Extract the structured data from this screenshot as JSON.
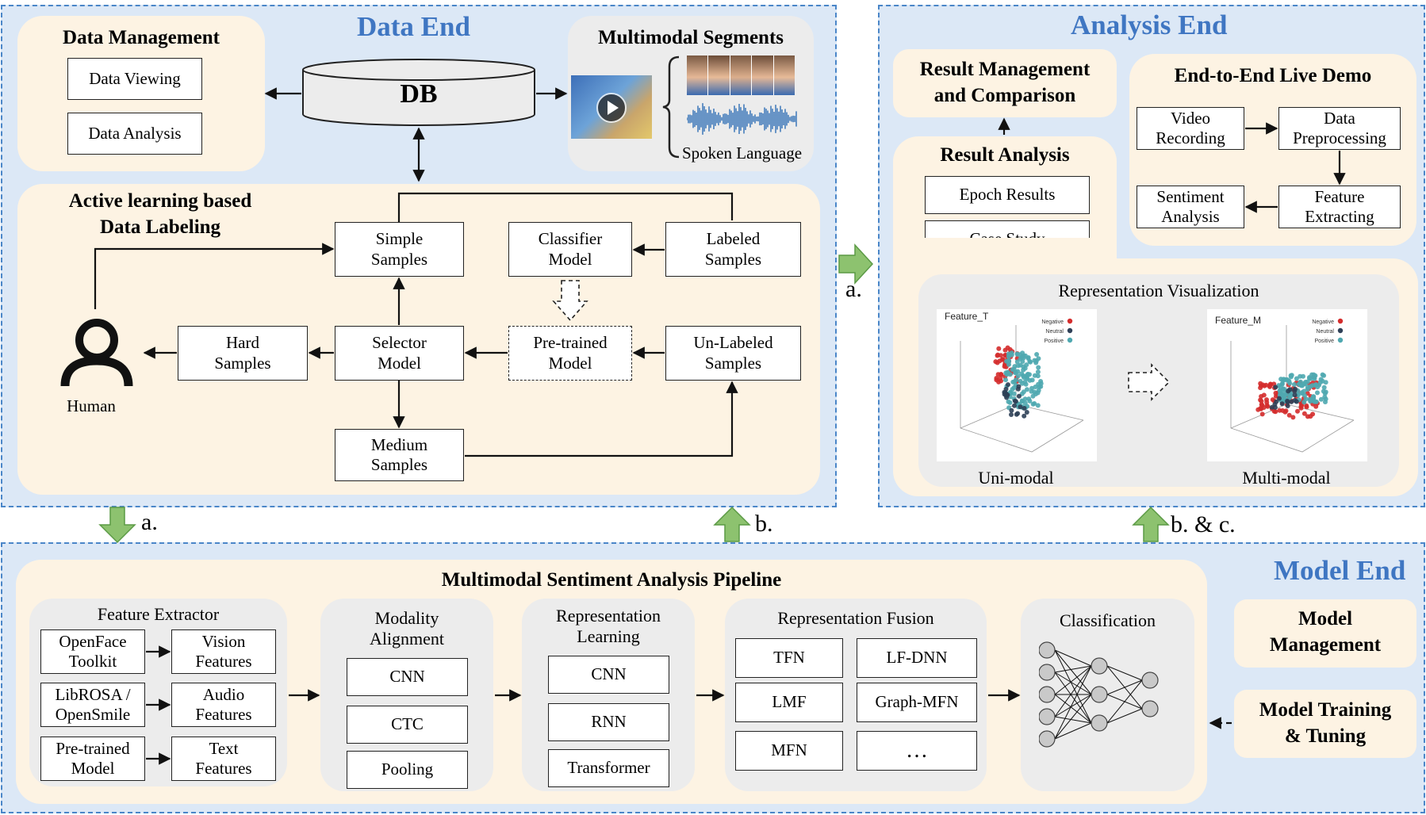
{
  "data_end": {
    "title": "Data End",
    "data_management": {
      "title": "Data Management",
      "items": [
        "Data Viewing",
        "Data Analysis"
      ]
    },
    "db": "DB",
    "multimodal_segments": {
      "title": "Multimodal Segments",
      "spoken_language": "Spoken Language"
    },
    "active_learning": {
      "title": "Active learning based\nData Labeling",
      "simple_samples": "Simple\nSamples",
      "classifier_model": "Classifier\nModel",
      "labeled_samples": "Labeled\nSamples",
      "hard_samples": "Hard\nSamples",
      "selector_model": "Selector\nModel",
      "pretrained_model": "Pre-trained\nModel",
      "unlabeled_samples": "Un-Labeled\nSamples",
      "medium_samples": "Medium\nSamples",
      "human": "Human"
    }
  },
  "analysis_end": {
    "title": "Analysis End",
    "result_management": "Result Management\nand  Comparison",
    "result_analysis": {
      "title": "Result Analysis",
      "items": [
        "Epoch Results",
        "Case Study"
      ]
    },
    "live_demo": {
      "title": "End-to-End Live Demo",
      "video_recording": "Video\nRecording",
      "data_preprocessing": "Data\nPreprocessing",
      "sentiment_analysis": "Sentiment\nAnalysis",
      "feature_extracting": "Feature\nExtracting"
    },
    "representation_visualization": {
      "title": "Representation Visualization",
      "uni_modal": "Uni-modal",
      "multi_modal": "Multi-modal",
      "plot_uni_title": "Feature_T",
      "plot_multi_title": "Feature_M",
      "legend": [
        "Negative",
        "Neutral",
        "Positive"
      ],
      "legend_colors": [
        "#d42c2c",
        "#2e4057",
        "#4fa8b0"
      ]
    }
  },
  "model_end": {
    "title": "Model End",
    "pipeline_title": "Multimodal Sentiment Analysis Pipeline",
    "feature_extractor": {
      "title": "Feature Extractor",
      "rows": [
        {
          "src": "OpenFace\nToolkit",
          "dst": "Vision\nFeatures"
        },
        {
          "src": "LibROSA /\nOpenSmile",
          "dst": "Audio\nFeatures"
        },
        {
          "src": "Pre-trained\nModel",
          "dst": "Text\nFeatures"
        }
      ]
    },
    "modality_alignment": {
      "title": "Modality\nAlignment",
      "items": [
        "CNN",
        "CTC",
        "Pooling"
      ]
    },
    "representation_learning": {
      "title": "Representation\nLearning",
      "items": [
        "CNN",
        "RNN",
        "Transformer"
      ]
    },
    "representation_fusion": {
      "title": "Representation Fusion",
      "items": [
        "TFN",
        "LF-DNN",
        "LMF",
        "Graph-MFN",
        "MFN",
        "…"
      ]
    },
    "classification": {
      "title": "Classification"
    },
    "model_management": "Model\nManagement",
    "model_training": "Model Training\n& Tuning"
  },
  "flow_labels": {
    "a_down": "a.",
    "b_up": "b.",
    "a_right": "a.",
    "bc_up": "b. & c."
  },
  "colors": {
    "region": "#dce8f6",
    "panel": "#fdf3e3",
    "title_blue": "#3f76c2",
    "arrow_green": "#8dc26f"
  }
}
